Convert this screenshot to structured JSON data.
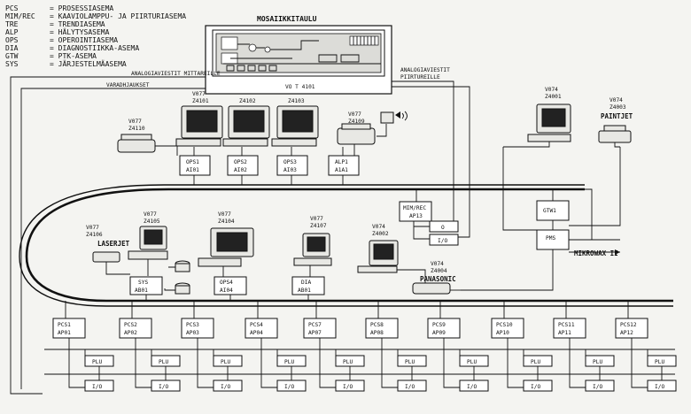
{
  "legend": [
    {
      "code": "PCS",
      "desc": "= PROSESSIASEMA"
    },
    {
      "code": "MIM/REC",
      "desc": "= KAAVIOLAMPPU- JA PIIRTURIASEMA"
    },
    {
      "code": "TRE",
      "desc": "= TRENDIASEMA"
    },
    {
      "code": "ALP",
      "desc": "= HÄLYTYSASEMA"
    },
    {
      "code": "OPS",
      "desc": "= OPEROINTIASEMA"
    },
    {
      "code": "DIA",
      "desc": "= DIAGNOSTIIKKA-ASEMA"
    },
    {
      "code": "GTW",
      "desc": "= PTK-ASEMA"
    },
    {
      "code": "SYS",
      "desc": "= JÄRJESTELMÄASEMA"
    }
  ],
  "mosaic": {
    "title": "MOSAIIKKITAULU",
    "id": "VO T 4101"
  },
  "signals": {
    "meters": "ANALOGIAVIESTIT MITTAREILLE",
    "alarms": "VARADHJAUKSET",
    "plotters_1": "ANALOGIAVIESTIT",
    "plotters_2": "PIIRTUREILLE"
  },
  "operator_stations": [
    {
      "code": "OPS1",
      "addr": "AI01",
      "v": "V077",
      "z": "Z4101"
    },
    {
      "code": "OPS2",
      "addr": "AI02",
      "v": "",
      "z": "Z4102"
    },
    {
      "code": "OPS3",
      "addr": "AI03",
      "v": "",
      "z": "Z4103"
    },
    {
      "code": "ALP1",
      "addr": "A1A1",
      "v": "V077",
      "z": "Z4109"
    }
  ],
  "printer_left": {
    "v": "V077",
    "z": "Z4110"
  },
  "mim_rec": {
    "code": "MIM/REC",
    "addr": "AP13",
    "o_label": "O",
    "io_label": "I/O"
  },
  "gtw": {
    "code": "GTW1",
    "pms": "PMS",
    "mikrowax": "MIKROWAX II"
  },
  "right_ws": {
    "v": "V074",
    "z": "Z4001"
  },
  "paintjet": {
    "v": "V074",
    "z": "Z4003",
    "name": "PAINTJET"
  },
  "panasonic": {
    "v": "V074",
    "z": "Z4004",
    "name": "PANASONIC"
  },
  "ws_z4002": {
    "v": "V074",
    "z": "Z4002"
  },
  "sys": {
    "code": "SYS",
    "addr": "AB01",
    "v": "V077",
    "z1": "Z4106",
    "z2": "Z4105",
    "laserjet": "LASERJET"
  },
  "ops4": {
    "code": "OPS4",
    "addr": "AI04",
    "v": "V077",
    "z": "Z4104"
  },
  "dia": {
    "code": "DIA",
    "addr": "AB01",
    "v": "V077",
    "z": "Z4107"
  },
  "pcs": [
    {
      "code": "PCS1",
      "addr": "AP01"
    },
    {
      "code": "PCS2",
      "addr": "AP02"
    },
    {
      "code": "PCS3",
      "addr": "AP03"
    },
    {
      "code": "PCS4",
      "addr": "AP04"
    },
    {
      "code": "PCS7",
      "addr": "AP07"
    },
    {
      "code": "PCS8",
      "addr": "AP08"
    },
    {
      "code": "PCS9",
      "addr": "AP09"
    },
    {
      "code": "PCS10",
      "addr": "AP10"
    },
    {
      "code": "PCS11",
      "addr": "AP11"
    },
    {
      "code": "PCS12",
      "addr": "AP12"
    }
  ],
  "plu_label": "PLU",
  "io_label": "I/O"
}
